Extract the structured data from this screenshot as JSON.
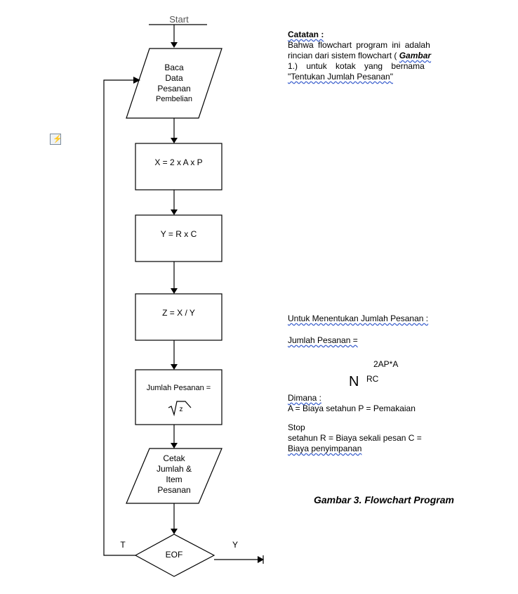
{
  "flow": {
    "start": "Start",
    "input1": [
      "Baca",
      "Data",
      "Pesanan",
      "Pembelian"
    ],
    "calc1": "X = 2 x A x P",
    "calc2": "Y = R x C",
    "calc3": "Z =  X / Y",
    "calc4_label": "Jumlah Pesanan =",
    "calc4_radicand": "z",
    "output": [
      "Cetak",
      "Jumlah &",
      "Item",
      "Pesanan"
    ],
    "decision": "EOF",
    "no_label": "T",
    "yes_label": "Y"
  },
  "notes": {
    "catatan_title": "Catatan :",
    "catatan_line1": "Bahwa flowchart program ini adalah",
    "catatan_line2a": "rincian dari sistem flowchart ( ",
    "catatan_line2b": "Gambar",
    "catatan_line3": "1.)  untuk  kotak  yang  bernama",
    "catatan_line4": "\"Tentukan Jumlah Pesanan\"",
    "heading": "Untuk Menentukan Jumlah Pesanan :",
    "formula_label": "Jumlah Pesanan =",
    "numerator": "2AP*A",
    "radical": "N",
    "denominator": "RC",
    "dimana": "Dimana :",
    "def1": "A = Biaya setahun P = Pemakaian",
    "def2": "Stop",
    "def3": "setahun R = Biaya sekali pesan C =",
    "def4": "Biaya penyimpanan",
    "caption": "Gambar 3. Flowchart Program"
  },
  "icon": "paste-options-icon"
}
